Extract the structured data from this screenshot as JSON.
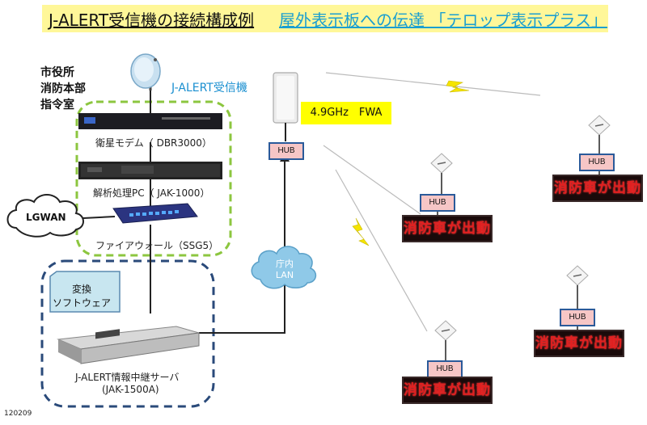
{
  "title": {
    "main": "J-ALERT受信機の接続構成例",
    "sub": "屋外表示板への伝達 「テロップ表示プラス」"
  },
  "office_label": [
    "市役所",
    "消防本部",
    "指令室"
  ],
  "receiver_label": "J-ALERT受信機",
  "devices": {
    "modem": "衛星モデム（ DBR3000）",
    "pc": "解析処理PC（ JAK-1000）",
    "firewall": "ファイアウォール（SSG5）",
    "server_line1": "J-ALERT情報中継サーバ",
    "server_line2": "(JAK-1500A)"
  },
  "lgwan": "LGWAN",
  "software": [
    "変換",
    "ソフトウェア"
  ],
  "lan_cloud": [
    "庁内",
    "LAN"
  ],
  "fwa": "4.9GHz　FWA",
  "hub": "HUB",
  "sign_text": "消防車が出動",
  "doc_id": "120209",
  "colors": {
    "banner": "#fff799",
    "title_accent": "#1a9fd0",
    "office_box": "#8cc63f",
    "server_box": "#2a4a7a",
    "led_text": "#e02020",
    "hub_fill": "#f6c6c6",
    "fwa_fill": "#ffff00"
  }
}
